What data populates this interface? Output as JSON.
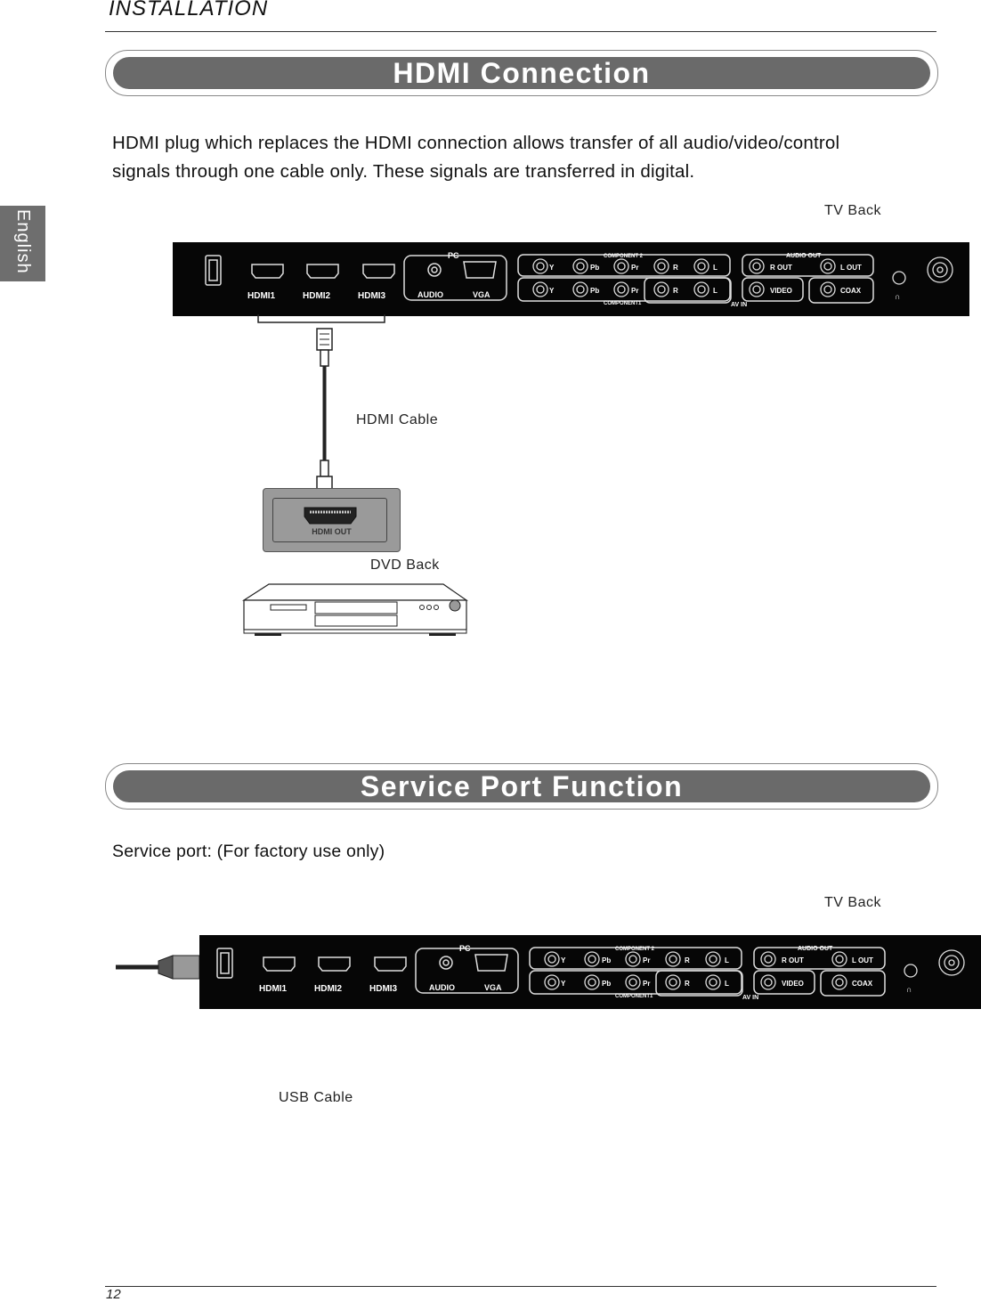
{
  "header": {
    "title": "INSTALLATION"
  },
  "sidebar_tab": {
    "label": "English"
  },
  "hdmi_section": {
    "banner": "HDMI Connection",
    "paragraph_lines": [
      "HDMI plug which replaces the HDMI connection allows transfer of all audio/video/control",
      "signals through one cable only. These signals are transferred in digital."
    ],
    "tv_back_label": "TV Back",
    "cable_label": "HDMI Cable",
    "hdmi_out_label": "HDMI OUT",
    "dvd_back_label": "DVD Back"
  },
  "service_section": {
    "banner": "Service Port Function",
    "paragraph": "Service port:  (For factory use only)",
    "tv_back_label": "TV Back",
    "cable_label": "USB  Cable"
  },
  "panel_labels": {
    "hdmi1": "HDMI1",
    "hdmi2": "HDMI2",
    "hdmi3": "HDMI3",
    "pc": "PC",
    "audio": "AUDIO",
    "vga": "VGA",
    "component2": "COMPONENT 2",
    "component1": "COMPONENT1",
    "y": "Y",
    "pb": "Pb",
    "pr": "Pr",
    "r": "R",
    "l": "L",
    "av_in": "AV IN",
    "audio_out": "AUDIO  OUT",
    "r_out": "R OUT",
    "l_out": "L OUT",
    "video": "VIDEO",
    "coax": "COAX"
  },
  "footer": {
    "page_number": "12"
  },
  "colors": {
    "banner_fill": "#6a6a6a",
    "panel": "#060606",
    "tab": "#6e6e6e"
  }
}
